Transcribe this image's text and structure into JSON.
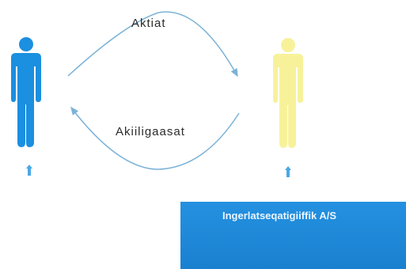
{
  "diagram": {
    "arrow_top_label": "Aktiat",
    "arrow_bottom_label": "Akiiligaasat",
    "banner_label": "Ingerlatseqatigiiffik A/S",
    "colors": {
      "person_left": "#1b8fe0",
      "person_right": "#f7f29a",
      "arrow": "#7bb2d8",
      "banner": "#1e88d6",
      "marker": "#4aa8e6"
    },
    "icons": [
      "person-icon",
      "person-icon",
      "arrow-icon",
      "arrow-icon",
      "down-marker-icon",
      "down-marker-icon"
    ]
  }
}
